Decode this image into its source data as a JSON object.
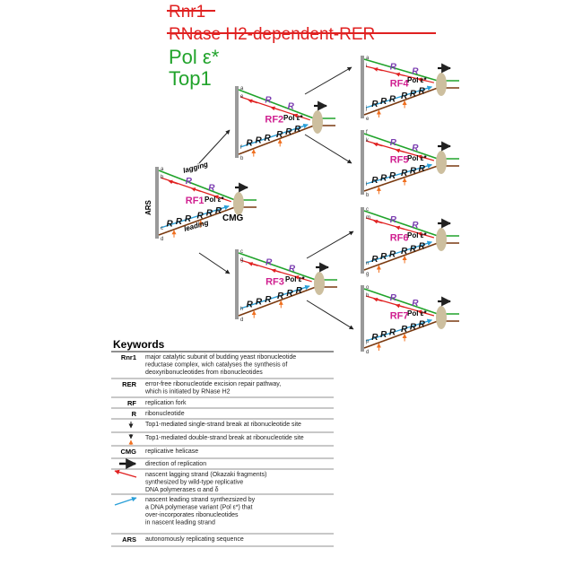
{
  "legend": {
    "struck": [
      "Rnr1",
      "RNase H2-dependent-RER"
    ],
    "active": [
      "Pol ε*",
      "Top1"
    ]
  },
  "forks": {
    "rf1": {
      "label": "RF1",
      "ends": [
        "a",
        "b",
        "c",
        "d"
      ]
    },
    "rf2": {
      "label": "RF2",
      "ends": [
        "a",
        "e",
        "f",
        "b"
      ]
    },
    "rf3": {
      "label": "RF3",
      "ends": [
        "c",
        "g",
        "h",
        "d"
      ]
    },
    "rf4": {
      "label": "RF4",
      "ends": [
        "a",
        "i",
        "j",
        "e"
      ]
    },
    "rf5": {
      "label": "RF5",
      "ends": [
        "f",
        "k",
        "l",
        "b"
      ]
    },
    "rf6": {
      "label": "RF6",
      "ends": [
        "c",
        "m",
        "n",
        "g"
      ]
    },
    "rf7": {
      "label": "RF7",
      "ends": [
        "o",
        "h",
        "p",
        "d"
      ]
    }
  },
  "labels": {
    "ars": "ARS",
    "lagging": "lagging",
    "leading": "leading",
    "pol": "Pol ε*",
    "cmg": "CMG",
    "r": "R"
  },
  "keywords": {
    "title": "Keywords",
    "rows": [
      {
        "term": "Rnr1",
        "lines": [
          "major catalytic subunit of budding yeast ribonucleotide",
          "reductase complex, wich catalyses the synthesis of",
          "deoxyribonucleotides from ribonucleotides"
        ]
      },
      {
        "term": "RER",
        "lines": [
          "error-free ribonucleotide excision repair pathway,",
          "which is initiated by RNase H2"
        ]
      },
      {
        "term": "RF",
        "lines": [
          "replication fork"
        ]
      },
      {
        "term": "R",
        "lines": [
          "ribonucleotide"
        ]
      },
      {
        "term": "",
        "lines": [
          "Top1-mediated single-strand break at ribonucleotide site"
        ]
      },
      {
        "term": "",
        "lines": [
          "Top1-mediated double-strand break at ribonucleotide site"
        ]
      },
      {
        "term": "CMG",
        "lines": [
          "replicative helicase"
        ]
      },
      {
        "term": "",
        "lines": [
          "direction of replication"
        ]
      },
      {
        "term": "",
        "lines": [
          "nascent lagging strand (Okazaki fragments)",
          "synthesized by wild-type replicative",
          "DNA polymerases α and δ"
        ]
      },
      {
        "term": "",
        "lines": [
          "nascent leading strand synthezsized by",
          "a DNA polymerase variant (Pol ε*) that",
          "over-incorporates ribonucleotides",
          "in nascent leading strand"
        ]
      },
      {
        "term": "ARS",
        "lines": [
          "autonomously replicating sequence"
        ]
      }
    ]
  },
  "colors": {
    "red": "#e02020",
    "green": "#21a32b",
    "brown": "#7a3a10",
    "blue": "#2a9fd8",
    "magenta": "#d02090",
    "purple": "#7a3cb0",
    "orange": "#f07020",
    "bar": "#9a9a9a",
    "cmg": "#cdbf9f"
  }
}
